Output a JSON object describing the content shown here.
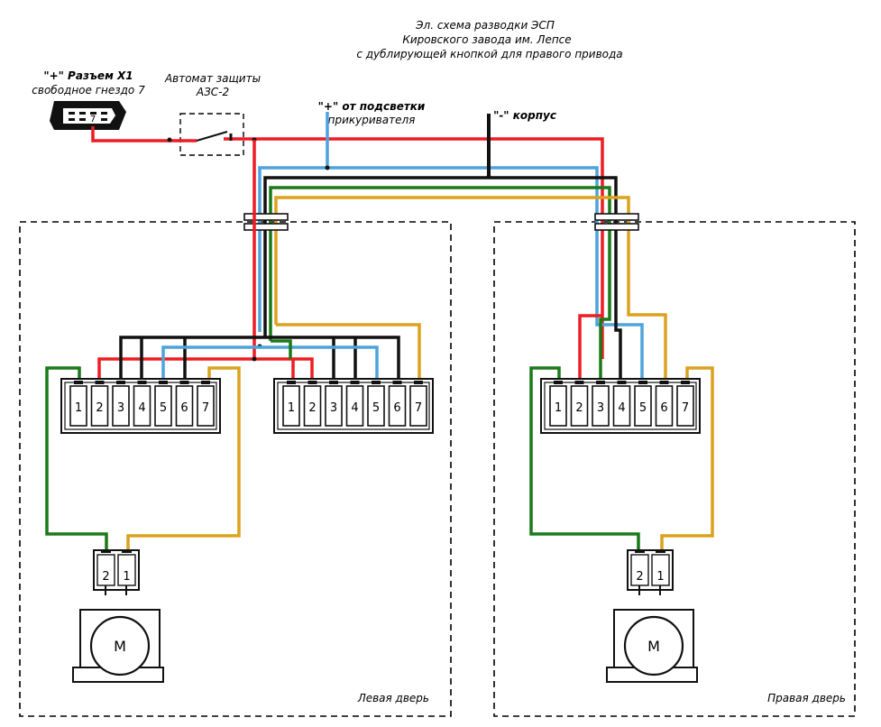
{
  "title": {
    "line1": "Эл. схема разводки ЭСП",
    "line2": "Кировского завода им. Лепсе",
    "line3": "с дублирующей кнопкой для правого привода"
  },
  "connector_x1": {
    "label1": "\"+\" Разъем X1",
    "label2": "свободное гнездо 7",
    "socket": "7"
  },
  "breaker": {
    "label1": "Автомат защиты",
    "label2": "АЗС-2"
  },
  "plus_lighter": {
    "label1": "\"+\" от подсветки",
    "label2": "прикуривателя"
  },
  "ground": {
    "label": "\"-\" корпус"
  },
  "left_door": {
    "label": "Левая дверь"
  },
  "right_door": {
    "label": "Правая дверь"
  },
  "connector_pins": [
    "1",
    "2",
    "3",
    "4",
    "5",
    "6",
    "7"
  ],
  "motor_pins": [
    "2",
    "1"
  ],
  "motor_label": "M",
  "colors": {
    "red": "#ee1c24",
    "blue": "#4ea3dc",
    "black": "#111111",
    "green": "#1a7a1a",
    "yellow": "#dba21e"
  }
}
